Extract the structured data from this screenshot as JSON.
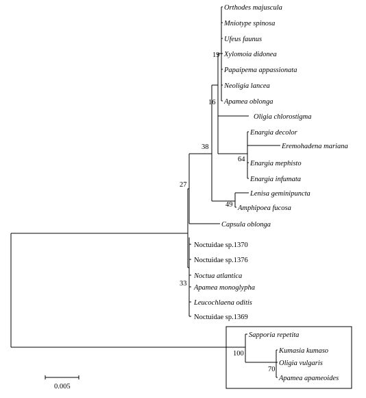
{
  "taxa": [
    {
      "id": "orthodes",
      "name": "Orthodes majuscula",
      "italic": true
    },
    {
      "id": "mniotype",
      "name": "Mniotype spinosa",
      "italic": true
    },
    {
      "id": "ufeus",
      "name": "Ufeus faunus",
      "italic": true
    },
    {
      "id": "xylomoia",
      "name": "Xylomoia didonea",
      "italic": true
    },
    {
      "id": "papaipema",
      "name": "Papaipema appassionata",
      "italic": true
    },
    {
      "id": "neoligia",
      "name": "Neoligia lancea",
      "italic": true
    },
    {
      "id": "apamea-oblonga",
      "name": "Apamea oblonga",
      "italic": true
    },
    {
      "id": "oligia-chlorostigma",
      "name": "Oligia chlorostigma",
      "italic": true
    },
    {
      "id": "enargia-decolor",
      "name": "Enargia decolor",
      "italic": true
    },
    {
      "id": "eremohadena",
      "name": "Eremohadena mariana",
      "italic": true
    },
    {
      "id": "enargia-mephisto",
      "name": "Enargia mephisto",
      "italic": true
    },
    {
      "id": "enargia-infumata",
      "name": "Enargia infumata",
      "italic": true
    },
    {
      "id": "lenisa",
      "name": "Lenisa geminipuncta",
      "italic": true
    },
    {
      "id": "amphipoea",
      "name": "Amphipoea fucosa",
      "italic": true
    },
    {
      "id": "capsula",
      "name": "Capsula oblonga",
      "italic": true
    },
    {
      "id": "noctuidae-1370",
      "name": "Noctuidae sp.1370",
      "italic": false
    },
    {
      "id": "noctuidae-1376",
      "name": "Noctuidae sp.1376",
      "italic": false
    },
    {
      "id": "noctua",
      "name": "Noctua atlantica",
      "italic": true
    },
    {
      "id": "apamea-monoglypha",
      "name": "Apamea monoglypha",
      "italic": true
    },
    {
      "id": "leucochlaena",
      "name": "Leucochlaena oditis",
      "italic": true
    },
    {
      "id": "noctuidae-1369",
      "name": "Noctuidae sp.1369",
      "italic": false
    },
    {
      "id": "sapporia",
      "name": "Sapporia repetita",
      "italic": true
    },
    {
      "id": "kumasia",
      "name": "Kumasia kumaso",
      "italic": true
    },
    {
      "id": "oligia-vulgaris",
      "name": "Oligia vulgaris",
      "italic": true
    },
    {
      "id": "apamea-apameoides",
      "name": "Apamea apameoides",
      "italic": true
    }
  ],
  "support_values": {
    "n19": "19",
    "n16": "16",
    "n64": "64",
    "n38": "38",
    "n49": "49",
    "n27": "27",
    "n33": "33",
    "n100": "100",
    "n70": "70"
  },
  "scale_bar": {
    "label": "0.005",
    "value": 0.005
  }
}
